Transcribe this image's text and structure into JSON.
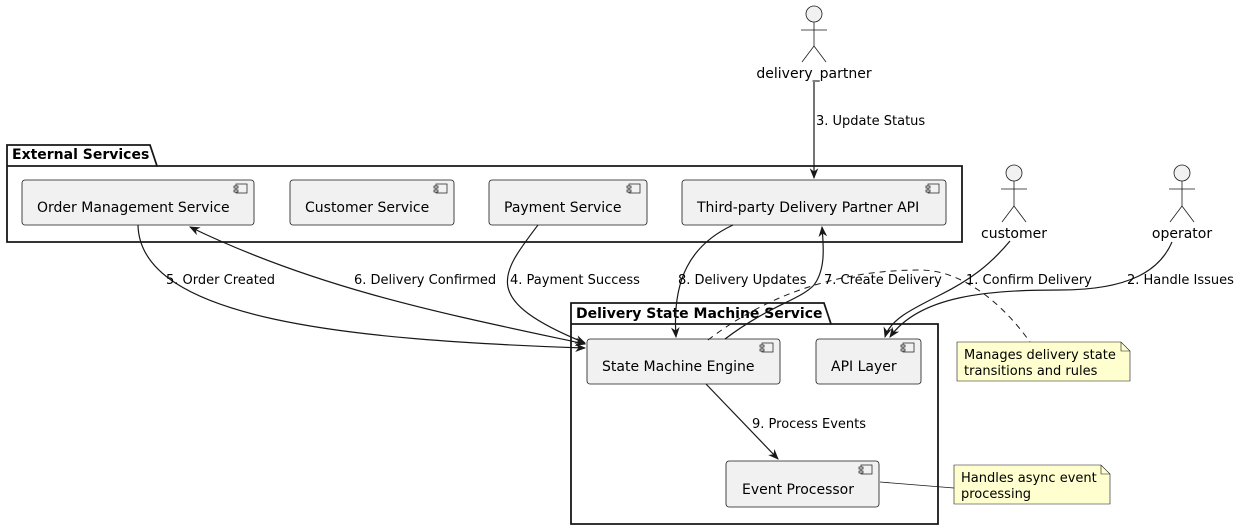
{
  "packages": {
    "external": {
      "title": "External Services"
    },
    "delivery": {
      "title": "Delivery State Machine Service"
    }
  },
  "components": {
    "order_management": "Order Management Service",
    "customer_service": "Customer Service",
    "payment_service": "Payment Service",
    "third_party": "Third-party Delivery Partner API",
    "state_machine": "State Machine Engine",
    "api_layer": "API Layer",
    "event_processor": "Event Processor"
  },
  "actors": {
    "delivery_partner": "delivery_partner",
    "customer": "customer",
    "operator": "operator"
  },
  "edges": {
    "e1": "1. Confirm Delivery",
    "e2": "2. Handle Issues",
    "e3": "3. Update Status",
    "e4": "4. Payment Success",
    "e5": "5. Order Created",
    "e6": "6. Delivery Confirmed",
    "e7": "7. Create Delivery",
    "e8": "8. Delivery Updates",
    "e9": "9. Process Events"
  },
  "notes": {
    "state_machine": {
      "line1": "Manages delivery state",
      "line2": "transitions and rules"
    },
    "event_processor": {
      "line1": "Handles async event",
      "line2": "processing"
    }
  },
  "colors": {
    "component_fill": "#f1f1f1",
    "note_fill": "#fefece",
    "stroke": "#181818"
  }
}
